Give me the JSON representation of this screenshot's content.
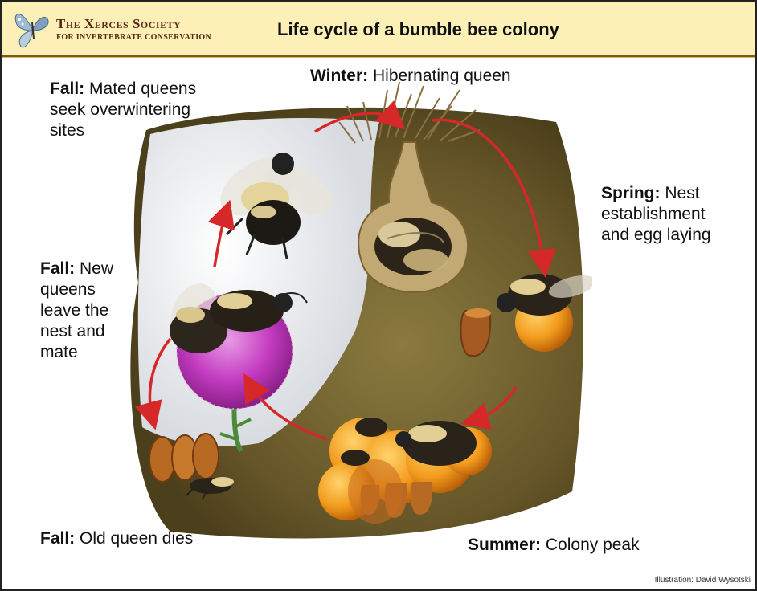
{
  "header": {
    "logo_line1": "The Xerces Society",
    "logo_line2": "FOR INVERTEBRATE CONSERVATION",
    "title": "Life cycle of a bumble bee colony"
  },
  "stages": {
    "winter": {
      "season": "Winter:",
      "text": "Hibernating queen"
    },
    "spring": {
      "season": "Spring:",
      "line1": "Nest",
      "line2": "establishment",
      "line3": "and egg laying"
    },
    "summer": {
      "season": "Summer:",
      "text": "Colony peak"
    },
    "fall_old": {
      "season": "Fall:",
      "text": "Old queen dies"
    },
    "fall_new": {
      "season": "Fall:",
      "line1": "New",
      "line2": "queens",
      "line3": "leave the",
      "line4": "nest and",
      "line5": "mate"
    },
    "fall_mated": {
      "season": "Fall:",
      "line1": "Mated queens",
      "line2": "seek overwintering",
      "line3": "sites"
    }
  },
  "credit": "Illustration: David Wysotski",
  "colors": {
    "header_bg": "#fdf0b6",
    "arrow": "#d62828",
    "soil": "#6b5a2a",
    "thistle": "#c33bc0"
  }
}
